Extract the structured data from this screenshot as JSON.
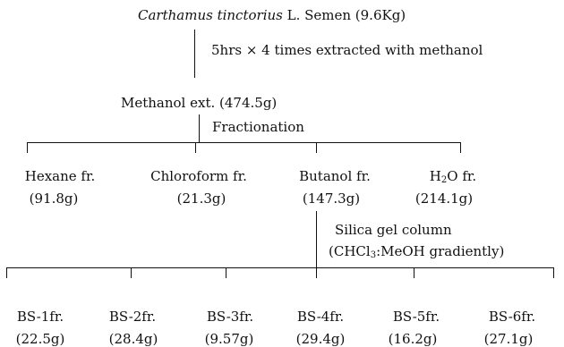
{
  "source": {
    "species": "Carthamus tinctorius",
    "rest": " L. Semen (9.6Kg)"
  },
  "step1": {
    "text": "5hrs × 4 times extracted with methanol"
  },
  "extract": {
    "label": "Methanol ext. (474.5g)"
  },
  "step2": {
    "text": "Fractionation"
  },
  "fractions": [
    {
      "name": "Hexane fr.",
      "amount": "(91.8g)"
    },
    {
      "name": "Chloroform fr.",
      "amount": "(21.3g)"
    },
    {
      "name": "Butanol fr.",
      "amount": "(147.3g)"
    },
    {
      "name_pre": "H",
      "name_sub": "2",
      "name_post": "O fr.",
      "amount": "(214.1g)"
    }
  ],
  "step3": {
    "line1": "Silica gel column",
    "line2_pre": "(CHCl",
    "line2_sub": "3",
    "line2_post": ":MeOH gradiently)"
  },
  "subfractions": [
    {
      "name": "BS-1fr.",
      "amount": "(22.5g)"
    },
    {
      "name": "BS-2fr.",
      "amount": "(28.4g)"
    },
    {
      "name": "BS-3fr.",
      "amount": "(9.57g)"
    },
    {
      "name": "BS-4fr.",
      "amount": "(29.4g)"
    },
    {
      "name": "BS-5fr.",
      "amount": "(16.2g)"
    },
    {
      "name": "BS-6fr.",
      "amount": "(27.1g)"
    }
  ]
}
